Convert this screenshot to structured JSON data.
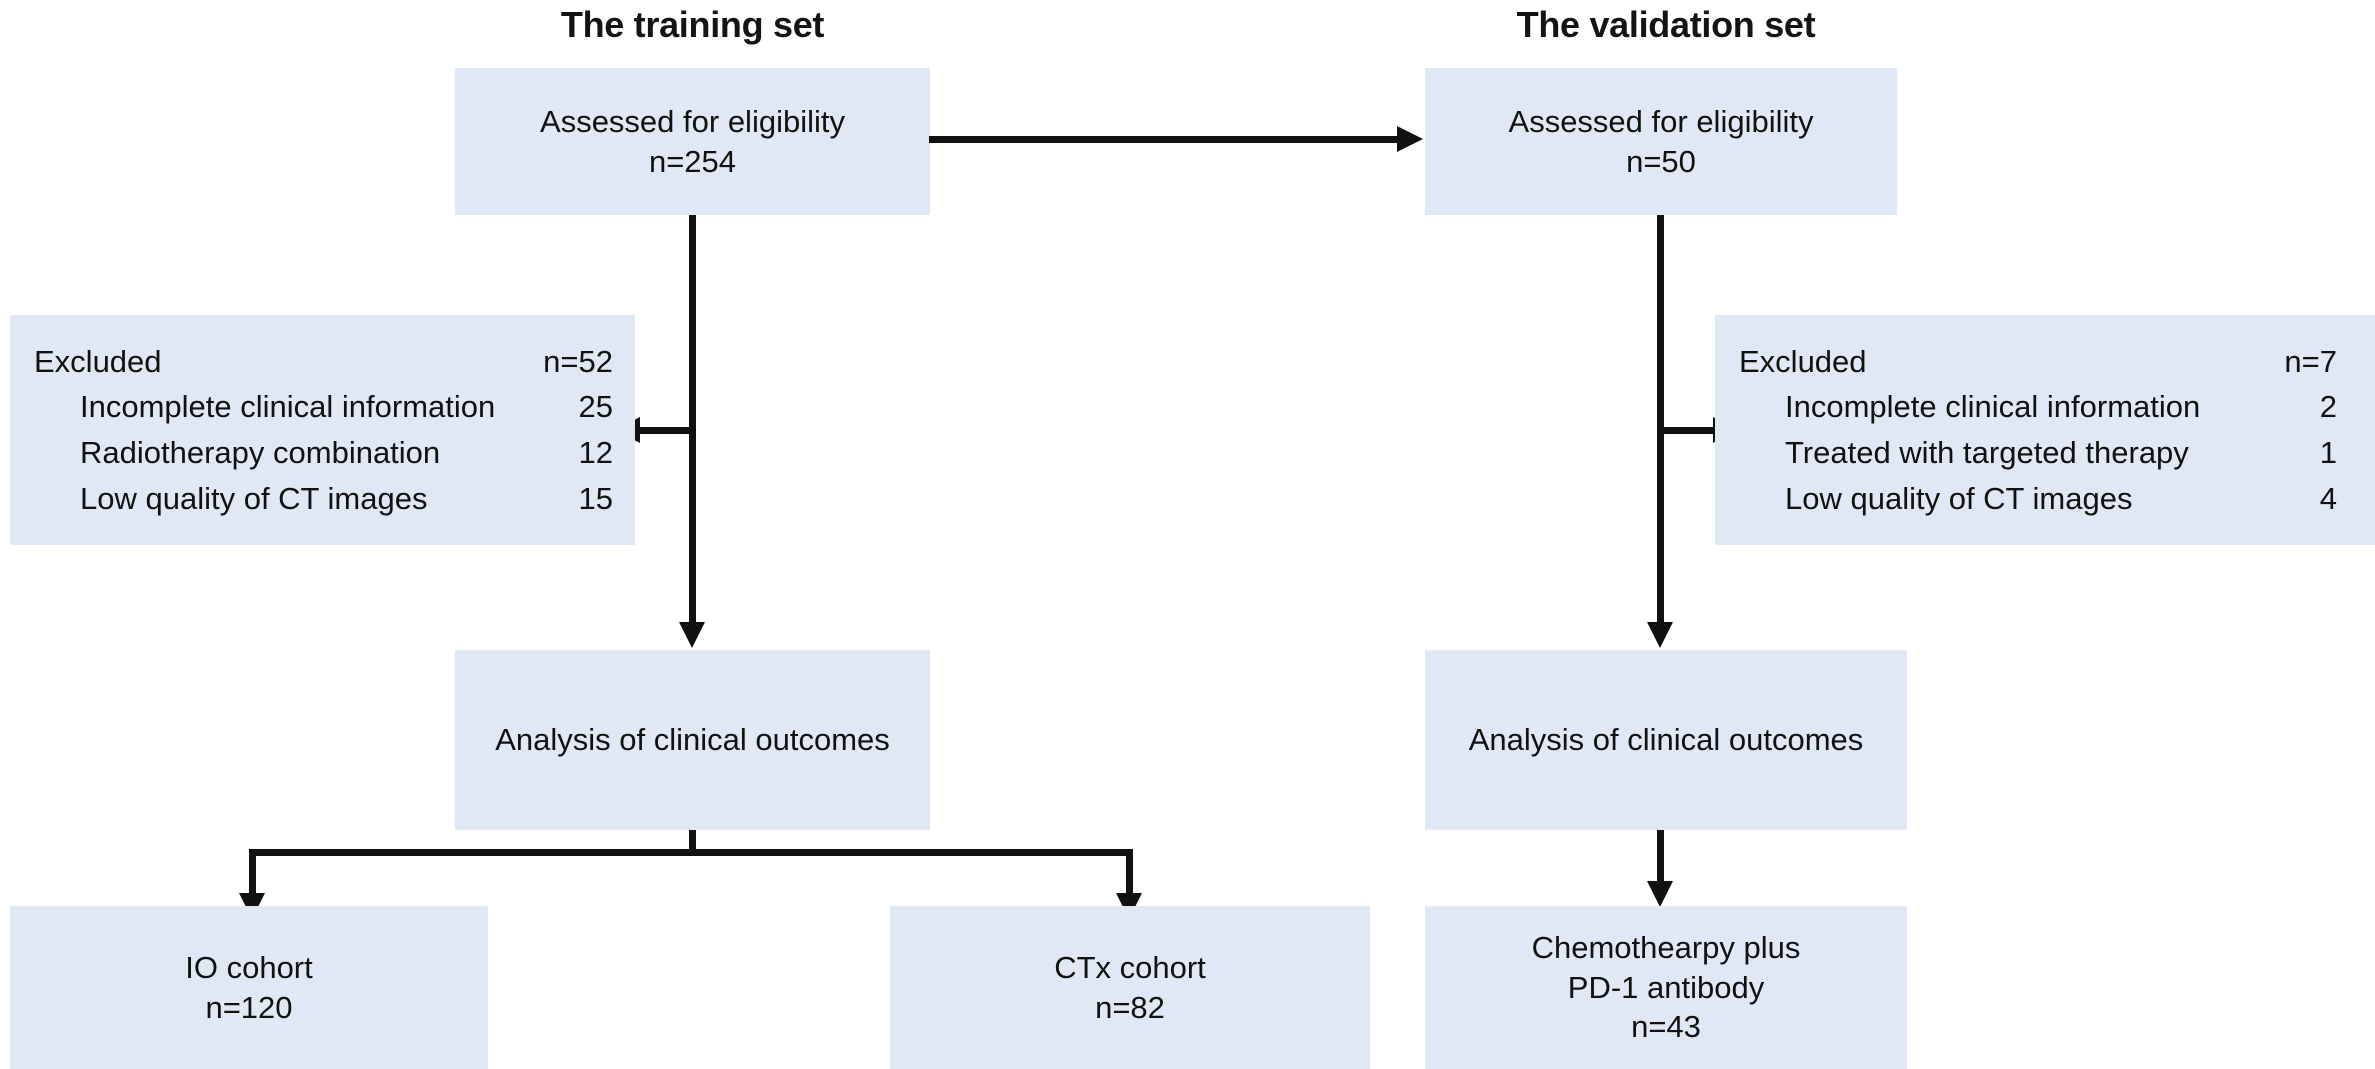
{
  "figure": {
    "type": "flowchart",
    "columns": [
      {
        "id": "training",
        "title": "The training set"
      },
      {
        "id": "validation",
        "title": "The validation set"
      }
    ]
  },
  "training": {
    "title": "The training set",
    "eligibility_box": {
      "label": "Assessed for eligibility",
      "count": "n=254"
    },
    "excluded_box": {
      "header_label": "Excluded",
      "header_count": "n=52",
      "reasons": [
        {
          "label": "Incomplete clinical information",
          "count": "25"
        },
        {
          "label": "Radiotherapy combination",
          "count": "12"
        },
        {
          "label": "Low quality of CT images",
          "count": "15"
        }
      ]
    },
    "analysis_box": {
      "label": "Analysis of clinical outcomes"
    },
    "cohorts": [
      {
        "label": "IO cohort",
        "count": "n=120"
      },
      {
        "label": "CTx cohort",
        "count": "n=82"
      }
    ]
  },
  "validation": {
    "title": "The validation set",
    "eligibility_box": {
      "label": "Assessed for eligibility",
      "count": "n=50"
    },
    "excluded_box": {
      "header_label": "Excluded",
      "header_count": "n=7",
      "reasons": [
        {
          "label": "Incomplete clinical information",
          "count": "2"
        },
        {
          "label": "Treated with targeted therapy",
          "count": "1"
        },
        {
          "label": "Low quality of CT images",
          "count": "4"
        }
      ]
    },
    "analysis_box": {
      "label": "Analysis of clinical outcomes"
    },
    "cohorts": [
      {
        "label_line1": "Chemothearpy plus",
        "label_line2": "PD-1 antibody",
        "count": "n=43"
      }
    ]
  },
  "colors": {
    "box_fill": "#e0e8f5",
    "connector": "#111111",
    "text": "#111111",
    "background": "#ffffff"
  }
}
